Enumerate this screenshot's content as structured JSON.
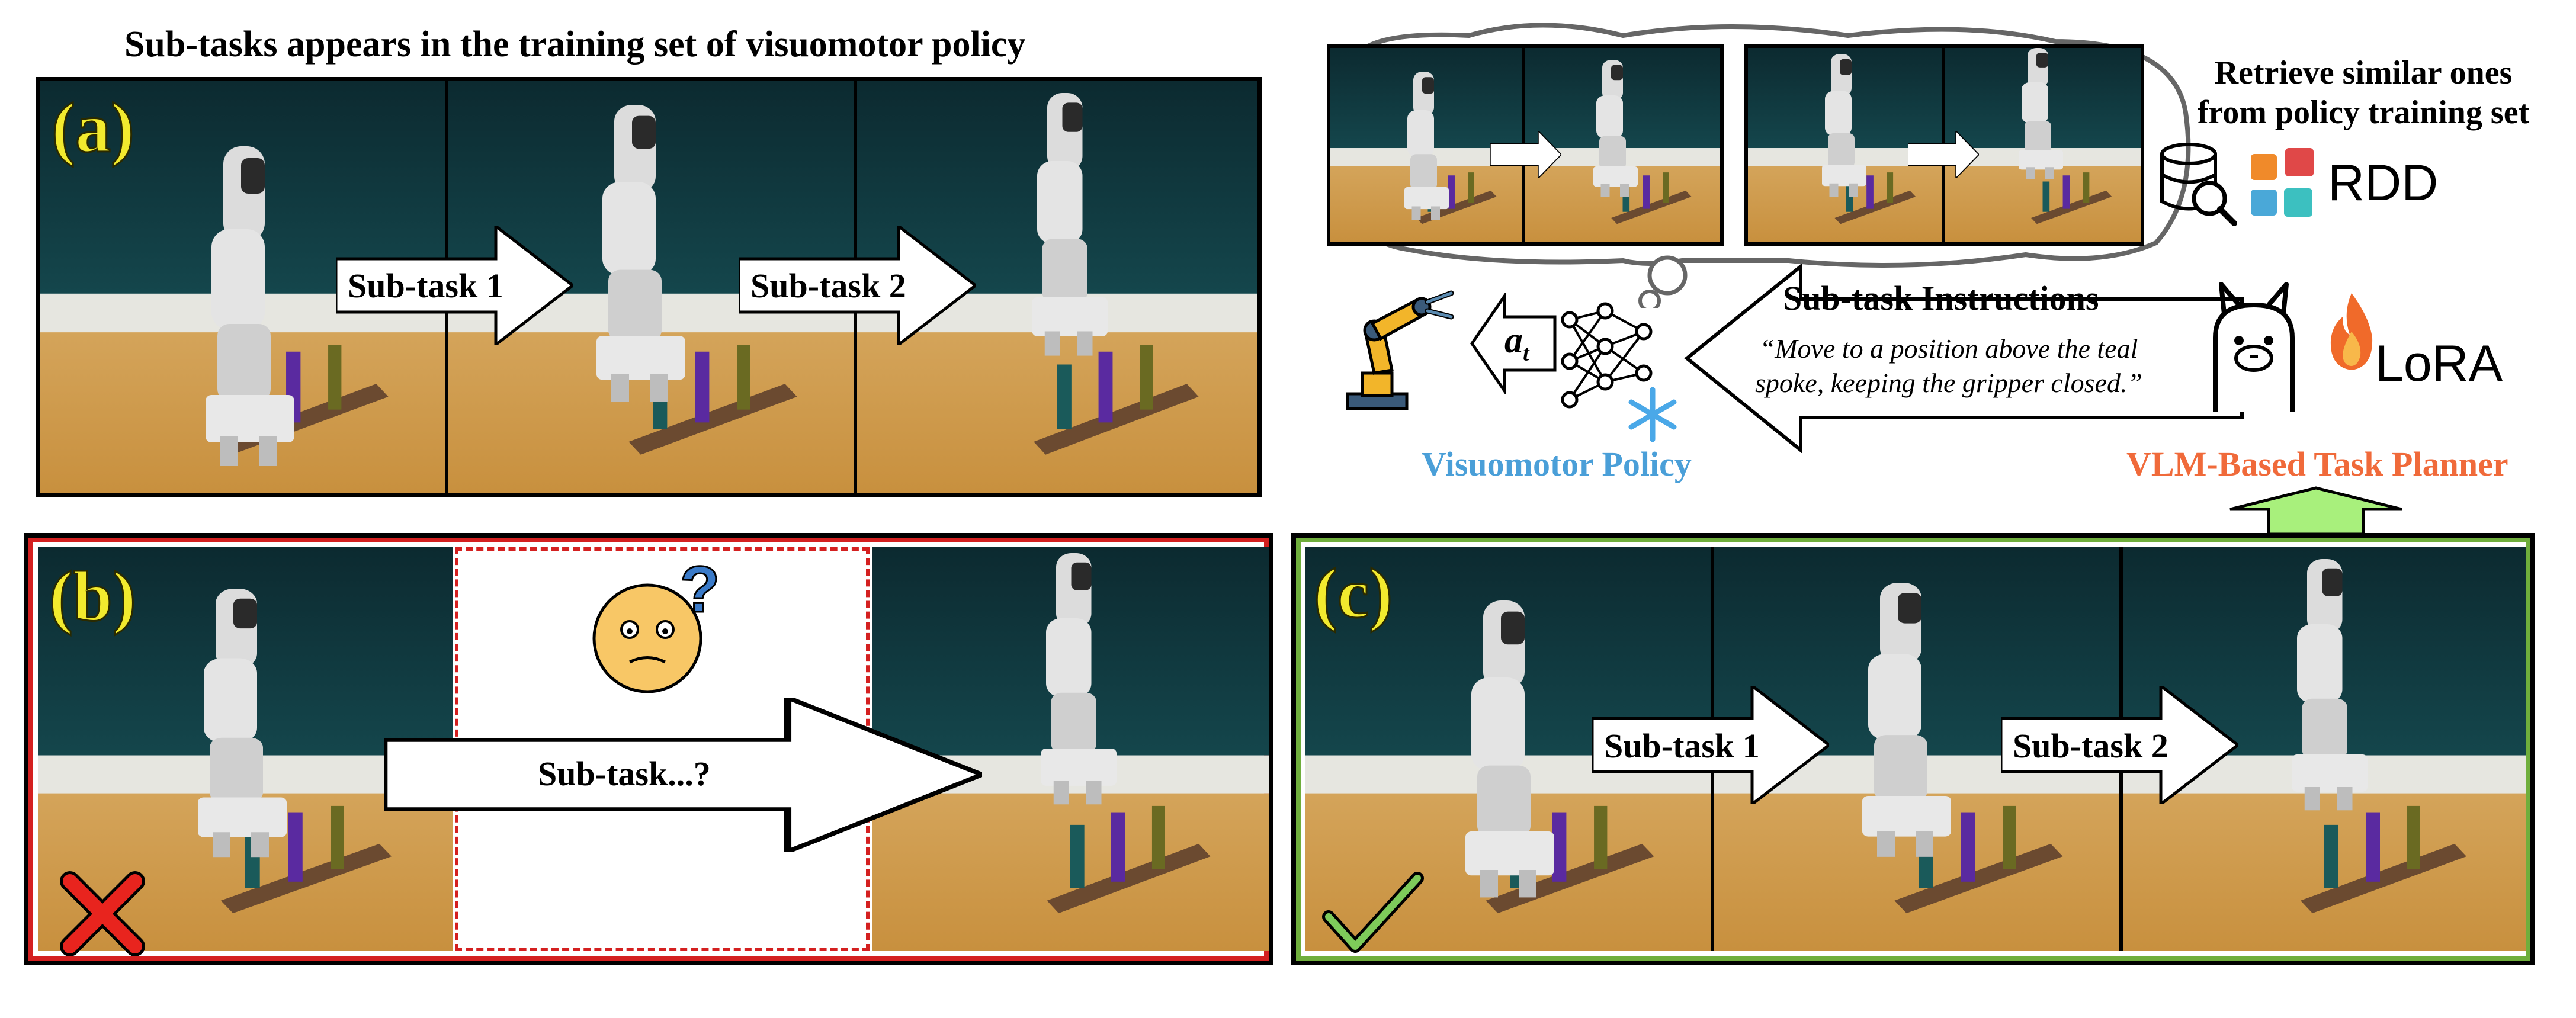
{
  "top_title": "Sub-tasks appears in the training set of visuomotor policy",
  "panel_a": {
    "letter": "(a)",
    "arrow1": "Sub-task 1",
    "arrow2": "Sub-task 2"
  },
  "panel_b": {
    "letter": "(b)",
    "arrow": "Sub-task...?"
  },
  "panel_c": {
    "letter": "(c)",
    "arrow1": "Sub-task 1",
    "arrow2": "Sub-task 2"
  },
  "retrieve": {
    "line1": "Retrieve similar ones",
    "line2": "from policy training set",
    "rdd": "RDD"
  },
  "instructions": {
    "heading": "Sub-task Instructions",
    "quote_line1": "“Move to a position above the teal",
    "quote_line2": "spoke, keeping the gripper closed.”"
  },
  "action_label": "a",
  "action_sub": "t",
  "visuomotor_label": "Visuomotor Policy",
  "planner_label": "VLM-Based Task Planner",
  "lora_label": "LoRA",
  "colors": {
    "panel_b_border": "#d42020",
    "panel_c_border": "#6fae3c",
    "visuomotor": "#4a9fd8",
    "planner": "#f06a3a",
    "up_arrow": "#a8f07c"
  }
}
